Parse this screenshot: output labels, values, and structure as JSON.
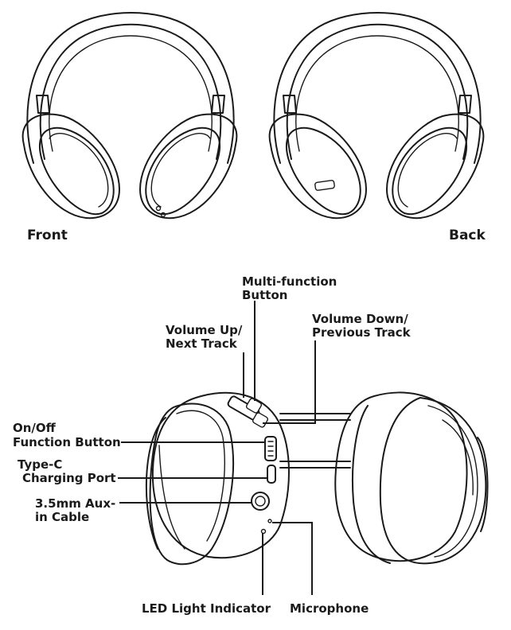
{
  "views": {
    "front_label": "Front",
    "back_label": "Back"
  },
  "callouts": {
    "multi_function": [
      "Multi-function",
      "Button"
    ],
    "volume_up": [
      "Volume Up/",
      "Next Track"
    ],
    "volume_down": [
      "Volume Down/",
      "Previous Track"
    ],
    "on_off": [
      "On/Off",
      "Function Button"
    ],
    "type_c": [
      "Type-C",
      "Charging Port"
    ],
    "aux": [
      "3.5mm Aux-",
      "in Cable"
    ],
    "led": "LED Light Indicator",
    "microphone": "Microphone"
  },
  "colors": {
    "line": "#1a1a1a",
    "background": "#ffffff"
  }
}
